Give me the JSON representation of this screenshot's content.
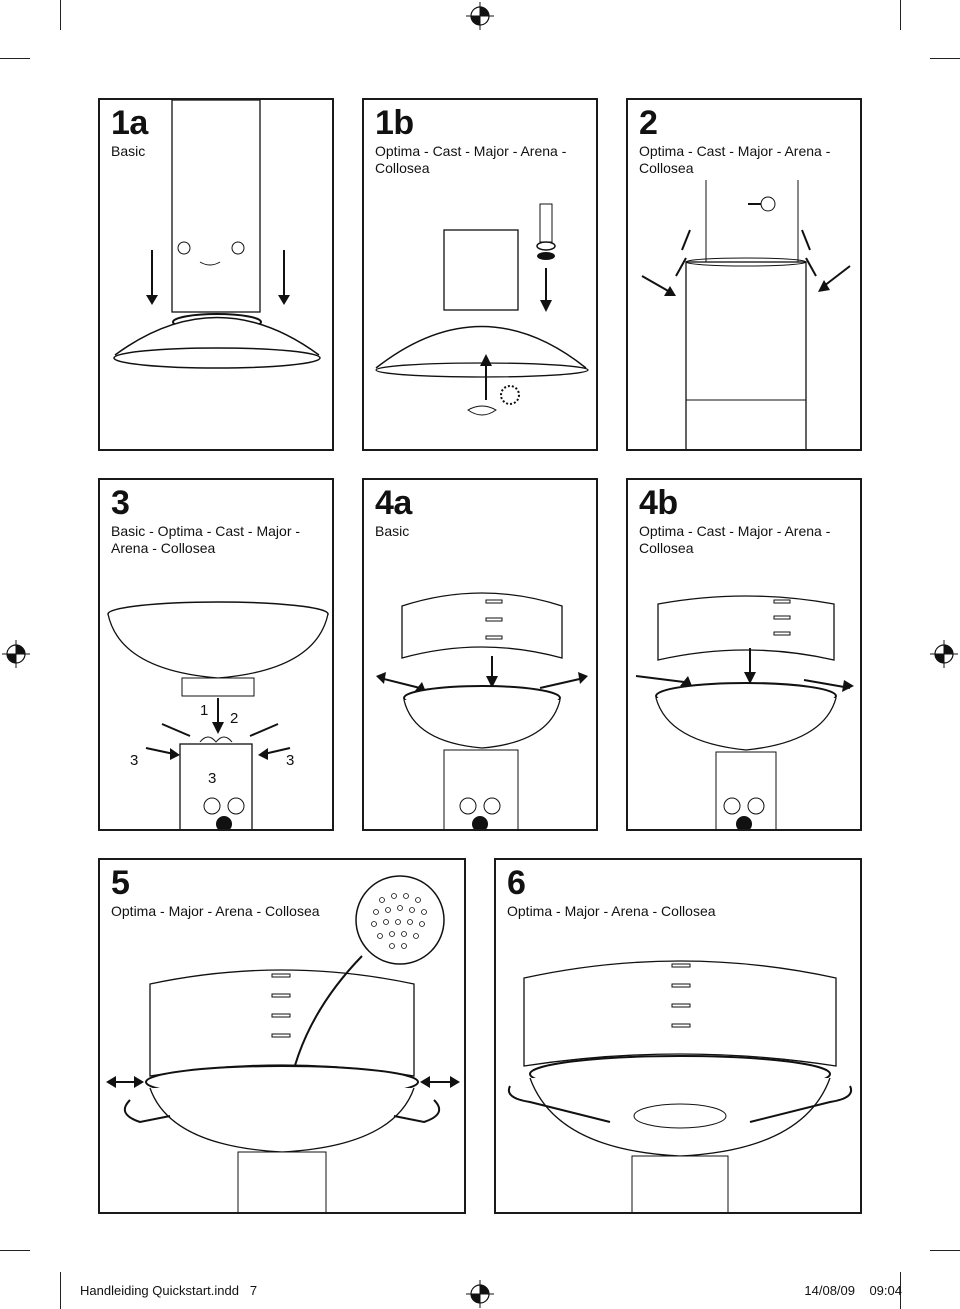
{
  "panels": {
    "p1a": {
      "num": "1a",
      "sub": "Basic"
    },
    "p1b": {
      "num": "1b",
      "sub": "Optima - Cast - Major - Arena - Collosea"
    },
    "p2": {
      "num": "2",
      "sub": "Optima - Cast - Major - Arena - Collosea"
    },
    "p3": {
      "num": "3",
      "sub": "Basic - Optima - Cast - Major - Arena - Collosea",
      "labels": {
        "one": "1",
        "two": "2",
        "three_left": "3",
        "three_mid": "3",
        "three_right": "3"
      }
    },
    "p4a": {
      "num": "4a",
      "sub": "Basic"
    },
    "p4b": {
      "num": "4b",
      "sub": "Optima - Cast - Major - Arena - Collosea"
    },
    "p5": {
      "num": "5",
      "sub": "Optima - Major - Arena - Collosea"
    },
    "p6": {
      "num": "6",
      "sub": "Optima - Major - Arena - Collosea"
    }
  },
  "footer": {
    "file": "Handleiding Quickstart.indd",
    "page": "7",
    "date": "14/08/09",
    "time": "09:04"
  }
}
